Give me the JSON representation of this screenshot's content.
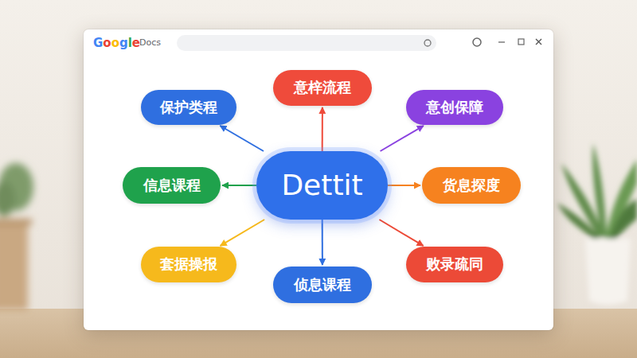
{
  "diagram": {
    "nodes": [
      {
        "text": [
          "意梓流程"
        ]
      },
      {
        "text": [
          "保护类程"
        ]
      },
      {
        "text": [
          "意创保障"
        ]
      },
      {
        "text": [
          "信息课程"
        ]
      },
      {
        "text": [
          "Dettit"
        ]
      },
      {
        "text": [
          "货息探度"
        ]
      },
      {
        "text": [
          "套据操报"
        ]
      },
      {
        "text": [
          "败录疏同"
        ]
      },
      {
        "text": [
          "侦息课程"
        ]
      }
    ],
    "edges": [
      {
        "from": 4,
        "to": 0,
        "arrow": "to"
      },
      {
        "from": 4,
        "to": 1,
        "arrow": "to"
      },
      {
        "from": 4,
        "to": 2,
        "arrow": "to"
      },
      {
        "from": 4,
        "to": 3,
        "arrow": "to"
      },
      {
        "from": 4,
        "to": 5,
        "arrow": "to"
      },
      {
        "from": 4,
        "to": 6,
        "arrow": "to"
      },
      {
        "from": 4,
        "to": 7,
        "arrow": "to"
      },
      {
        "from": 4,
        "to": 8,
        "arrow": "to"
      }
    ],
    "labels": [
      "Google",
      "Docs"
    ]
  }
}
